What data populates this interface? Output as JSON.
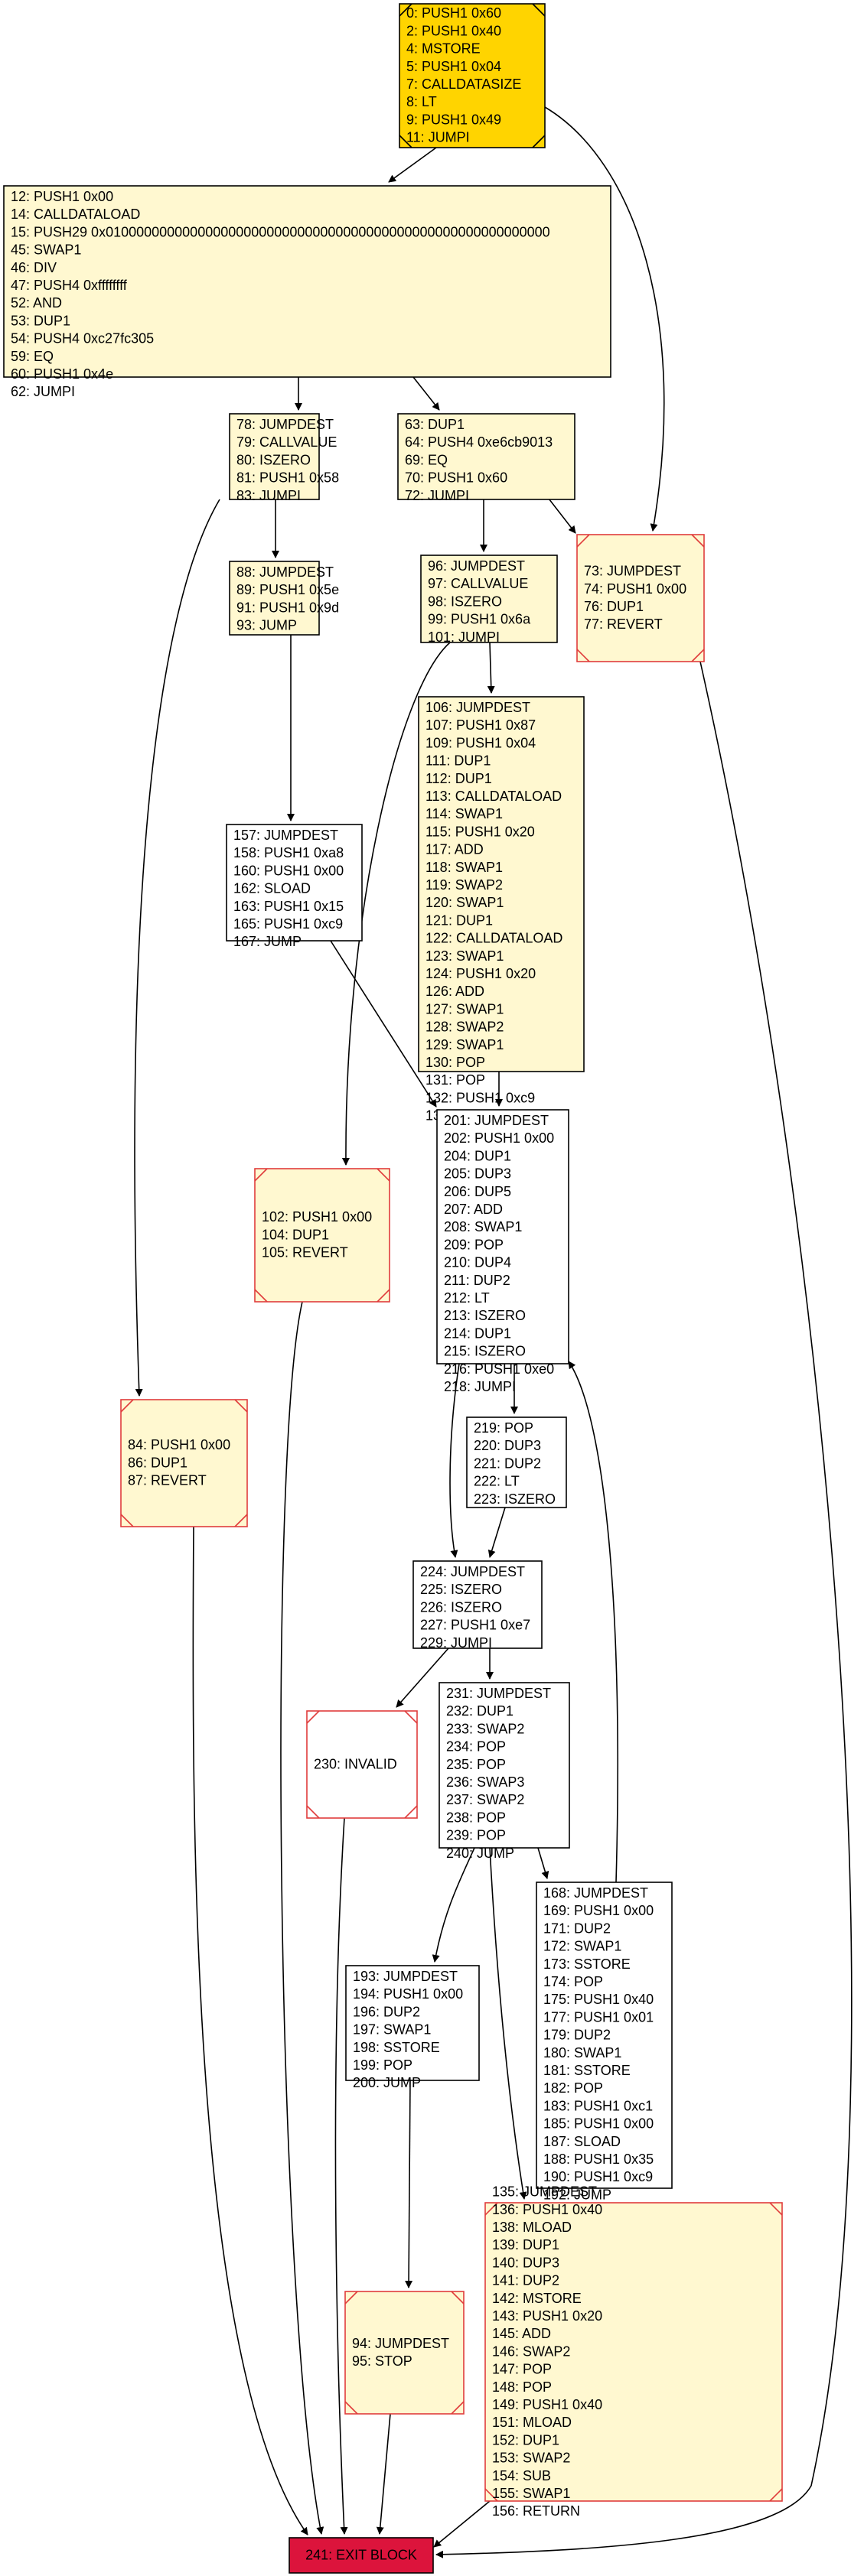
{
  "colors": {
    "fill_yellow": "#fff8d0",
    "fill_gold": "#ffd400",
    "fill_red": "#dc143c",
    "fill_white": "#ffffff",
    "border_black": "#000000",
    "border_red": "#e03c3c",
    "edge": "#000000"
  },
  "nodes": {
    "n0": {
      "lines": [
        "0: PUSH1 0x60",
        "2: PUSH1 0x40",
        "4: MSTORE",
        "5: PUSH1 0x04",
        "7: CALLDATASIZE",
        "8: LT",
        "9: PUSH1 0x49",
        "11: JUMPI"
      ]
    },
    "n12": {
      "lines": [
        "12: PUSH1 0x00",
        "14: CALLDATALOAD",
        "15: PUSH29 0x0100000000000000000000000000000000000000000000000000000000",
        "45: SWAP1",
        "46: DIV",
        "47: PUSH4 0xffffffff",
        "52: AND",
        "53: DUP1",
        "54: PUSH4 0xc27fc305",
        "59: EQ",
        "60: PUSH1 0x4e",
        "62: JUMPI"
      ]
    },
    "n78": {
      "lines": [
        "78: JUMPDEST",
        "79: CALLVALUE",
        "80: ISZERO",
        "81: PUSH1 0x58",
        "83: JUMPI"
      ]
    },
    "n63": {
      "lines": [
        "63: DUP1",
        "64: PUSH4 0xe6cb9013",
        "69: EQ",
        "70: PUSH1 0x60",
        "72: JUMPI"
      ]
    },
    "n73": {
      "lines": [
        "73: JUMPDEST",
        "74: PUSH1 0x00",
        "76: DUP1",
        "77: REVERT"
      ]
    },
    "n88": {
      "lines": [
        "88: JUMPDEST",
        "89: PUSH1 0x5e",
        "91: PUSH1 0x9d",
        "93: JUMP"
      ]
    },
    "n96": {
      "lines": [
        "96: JUMPDEST",
        "97: CALLVALUE",
        "98: ISZERO",
        "99: PUSH1 0x6a",
        "101: JUMPI"
      ]
    },
    "n106": {
      "lines": [
        "106: JUMPDEST",
        "107: PUSH1 0x87",
        "109: PUSH1 0x04",
        "111: DUP1",
        "112: DUP1",
        "113: CALLDATALOAD",
        "114: SWAP1",
        "115: PUSH1 0x20",
        "117: ADD",
        "118: SWAP1",
        "119: SWAP2",
        "120: SWAP1",
        "121: DUP1",
        "122: CALLDATALOAD",
        "123: SWAP1",
        "124: PUSH1 0x20",
        "126: ADD",
        "127: SWAP1",
        "128: SWAP2",
        "129: SWAP1",
        "130: POP",
        "131: POP",
        "132: PUSH1 0xc9",
        "134: JUMP"
      ]
    },
    "n157": {
      "lines": [
        "157: JUMPDEST",
        "158: PUSH1 0xa8",
        "160: PUSH1 0x00",
        "162: SLOAD",
        "163: PUSH1 0x15",
        "165: PUSH1 0xc9",
        "167: JUMP"
      ]
    },
    "n201": {
      "lines": [
        "201: JUMPDEST",
        "202: PUSH1 0x00",
        "204: DUP1",
        "205: DUP3",
        "206: DUP5",
        "207: ADD",
        "208: SWAP1",
        "209: POP",
        "210: DUP4",
        "211: DUP2",
        "212: LT",
        "213: ISZERO",
        "214: DUP1",
        "215: ISZERO",
        "216: PUSH1 0xe0",
        "218: JUMPI"
      ]
    },
    "n102": {
      "lines": [
        "102: PUSH1 0x00",
        "104: DUP1",
        "105: REVERT"
      ]
    },
    "n84": {
      "lines": [
        "84: PUSH1 0x00",
        "86: DUP1",
        "87: REVERT"
      ]
    },
    "n219": {
      "lines": [
        "219: POP",
        "220: DUP3",
        "221: DUP2",
        "222: LT",
        "223: ISZERO"
      ]
    },
    "n224": {
      "lines": [
        "224: JUMPDEST",
        "225: ISZERO",
        "226: ISZERO",
        "227: PUSH1 0xe7",
        "229: JUMPI"
      ]
    },
    "n230": {
      "lines": [
        "230: INVALID"
      ]
    },
    "n231": {
      "lines": [
        "231: JUMPDEST",
        "232: DUP1",
        "233: SWAP2",
        "234: POP",
        "235: POP",
        "236: SWAP3",
        "237: SWAP2",
        "238: POP",
        "239: POP",
        "240: JUMP"
      ]
    },
    "n168": {
      "lines": [
        "168: JUMPDEST",
        "169: PUSH1 0x00",
        "171: DUP2",
        "172: SWAP1",
        "173: SSTORE",
        "174: POP",
        "175: PUSH1 0x40",
        "177: PUSH1 0x01",
        "179: DUP2",
        "180: SWAP1",
        "181: SSTORE",
        "182: POP",
        "183: PUSH1 0xc1",
        "185: PUSH1 0x00",
        "187: SLOAD",
        "188: PUSH1 0x35",
        "190: PUSH1 0xc9",
        "192: JUMP"
      ]
    },
    "n193": {
      "lines": [
        "193: JUMPDEST",
        "194: PUSH1 0x00",
        "196: DUP2",
        "197: SWAP1",
        "198: SSTORE",
        "199: POP",
        "200: JUMP"
      ]
    },
    "n135": {
      "lines": [
        "135: JUMPDEST",
        "136: PUSH1 0x40",
        "138: MLOAD",
        "139: DUP1",
        "140: DUP3",
        "141: DUP2",
        "142: MSTORE",
        "143: PUSH1 0x20",
        "145: ADD",
        "146: SWAP2",
        "147: POP",
        "148: POP",
        "149: PUSH1 0x40",
        "151: MLOAD",
        "152: DUP1",
        "153: SWAP2",
        "154: SUB",
        "155: SWAP1",
        "156: RETURN"
      ]
    },
    "n94": {
      "lines": [
        "94: JUMPDEST",
        "95: STOP"
      ]
    },
    "n241": {
      "lines": [
        "241: EXIT BLOCK"
      ]
    }
  }
}
